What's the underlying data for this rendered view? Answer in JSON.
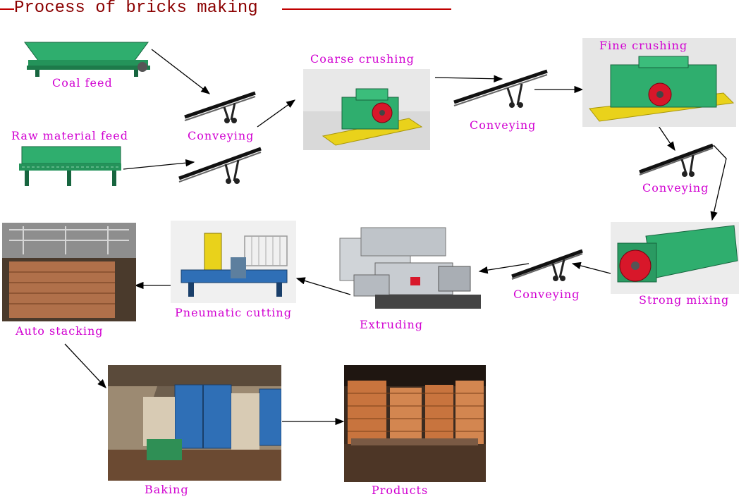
{
  "title": "Process of bricks making",
  "labels": {
    "coal_feed": "Coal feed",
    "raw_material_feed": "Raw material feed",
    "conveying_1": "Conveying",
    "coarse_crushing": "Coarse crushing",
    "conveying_2": "Conveying",
    "fine_crushing": "Fine crushing",
    "conveying_3": "Conveying",
    "strong_mixing": "Strong mixing",
    "conveying_4": "Conveying",
    "extruding": "Extruding",
    "pneumatic_cutting": "Pneumatic cutting",
    "auto_stacking": "Auto stacking",
    "baking": "Baking",
    "products": "Products"
  },
  "colors": {
    "title": "#8b0000",
    "title_rule": "#c00000",
    "label": "#d100d1",
    "machine_green": "#2fae6e",
    "base_yellow": "#e9d21b",
    "mixer_red": "#d8172a",
    "brick": "#c8743e",
    "kiln_blue": "#2f6fb6"
  }
}
